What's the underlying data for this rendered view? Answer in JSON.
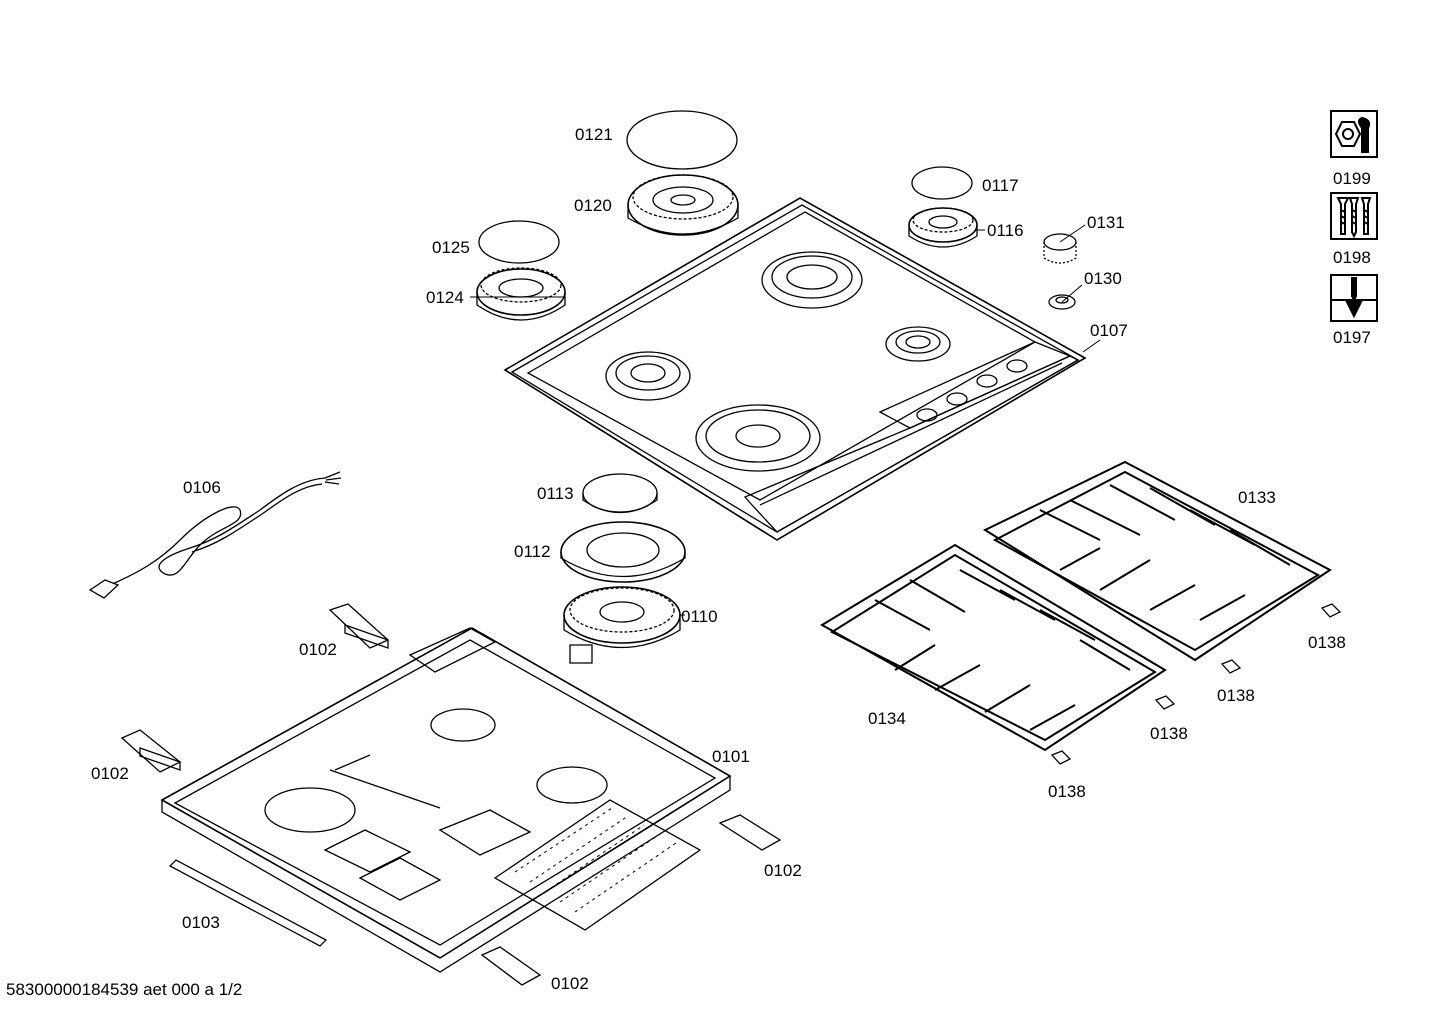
{
  "labels": {
    "p0121": "0121",
    "p0120": "0120",
    "p0125": "0125",
    "p0124": "0124",
    "p0117": "0117",
    "p0116": "0116",
    "p0131": "0131",
    "p0130": "0130",
    "p0107": "0107",
    "p0106": "0106",
    "p0113": "0113",
    "p0112": "0112",
    "p0110": "0110",
    "p0133": "0133",
    "p0102a": "0102",
    "p0102b": "0102",
    "p0102c": "0102",
    "p0102d": "0102",
    "p0101": "0101",
    "p0134": "0134",
    "p0138a": "0138",
    "p0138b": "0138",
    "p0138c": "0138",
    "p0138d": "0138",
    "p0103": "0103",
    "p0199": "0199",
    "p0198": "0198",
    "p0197": "0197"
  },
  "icons": {
    "p0199": "wrench-nut-icon",
    "p0198": "screws-icon",
    "p0197": "screwdriver-icon"
  },
  "footer": "58300000184539 aet 000 a 1/2"
}
